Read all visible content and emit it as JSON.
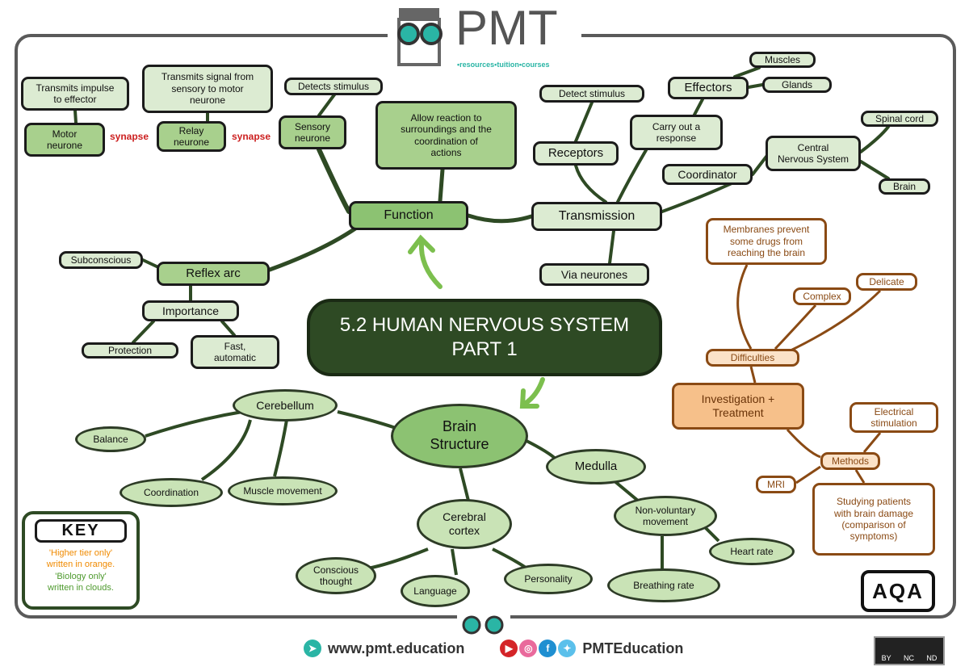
{
  "logo": {
    "text": "PMT",
    "tagline": "•resources•tuition•courses"
  },
  "title": "5.2 HUMAN NERVOUS SYSTEM\nPART 1",
  "nodes": {
    "transmits_impulse": "Transmits impulse\nto effector",
    "motor_neurone": "Motor\nneurone",
    "synapse": "synapse",
    "transmits_signal": "Transmits signal from\nsensory to motor\nneurone",
    "relay_neurone": "Relay\nneurone",
    "detects_stimulus": "Detects stimulus",
    "sensory_neurone": "Sensory\nneurone",
    "allow_reaction": "Allow reaction to\nsurroundings and the\ncoordination of\nactions",
    "function": "Function",
    "detect_stimulus": "Detect stimulus",
    "receptors": "Receptors",
    "carry_out": "Carry out a\nresponse",
    "effectors": "Effectors",
    "muscles": "Muscles",
    "glands": "Glands",
    "coordinator": "Coordinator",
    "cns": "Central\nNervous System",
    "spinal_cord": "Spinal cord",
    "brain": "Brain",
    "transmission": "Transmission",
    "via_neurones": "Via neurones",
    "subconscious": "Subconscious",
    "reflex_arc": "Reflex arc",
    "importance": "Importance",
    "protection": "Protection",
    "fast_automatic": "Fast,\nautomatic",
    "membranes": "Membranes prevent\nsome drugs from\nreaching the brain",
    "complex": "Complex",
    "delicate": "Delicate",
    "difficulties": "Difficulties",
    "investigation": "Investigation +\nTreatment",
    "electrical": "Electrical\nstimulation",
    "methods": "Methods",
    "mri": "MRI",
    "studying": "Studying patients\nwith brain damage\n(comparison of\nsymptoms)"
  },
  "clouds": {
    "cerebellum": "Cerebellum",
    "brain_structure": "Brain\nStructure",
    "balance": "Balance",
    "coordination": "Coordination",
    "muscle_movement": "Muscle movement",
    "medulla": "Medulla",
    "cerebral_cortex": "Cerebral\ncortex",
    "non_voluntary": "Non-voluntary\nmovement",
    "heart_rate": "Heart rate",
    "conscious_thought": "Conscious\nthought",
    "language": "Language",
    "personality": "Personality",
    "breathing_rate": "Breathing rate"
  },
  "key": {
    "heading": "KEY",
    "line1": "'Higher tier only'\nwritten in orange.",
    "line2": "'Biology only'\nwritten in clouds."
  },
  "badge": "AQA",
  "footer": {
    "website": "www.pmt.education",
    "social": "PMTEducation",
    "license": [
      "BY",
      "NC",
      "ND"
    ]
  },
  "colors": {
    "dark_green": "#2e4a24",
    "orange": "#8a4a14",
    "synapse_red": "#cc1f1f",
    "teal": "#2ab5a5",
    "key_orange": "#f08a00",
    "key_green": "#4e9a2e"
  }
}
